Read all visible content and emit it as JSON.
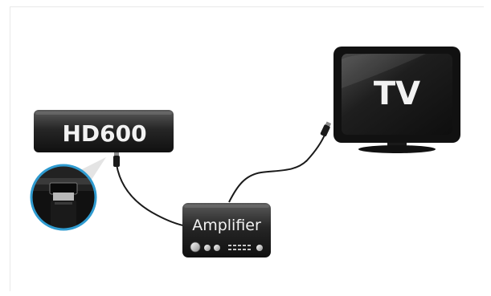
{
  "devices": {
    "hd600": {
      "label": "HD600"
    },
    "amplifier": {
      "label": "Amplifier"
    },
    "tv": {
      "label": "TV"
    }
  },
  "colors": {
    "device_body": "#1c1c1c",
    "device_body_light": "#4a4a4a",
    "cable": "#1a1a1a",
    "zoom_ring": "#2f9bd0",
    "label": "#f2f2f2"
  },
  "icons": [
    "hdmi-port-zoom-icon",
    "hdmi-plug-icon",
    "amplifier-knob-icon"
  ]
}
